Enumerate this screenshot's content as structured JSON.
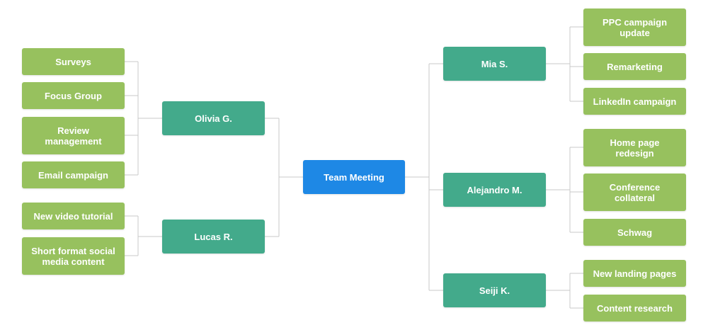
{
  "colors": {
    "root": "#1e88e5",
    "branch": "#43aa8b",
    "leaf": "#97c15e",
    "connector": "#c8c8c8"
  },
  "root": {
    "label": "Team Meeting"
  },
  "left_branches": [
    {
      "label": "Olivia G.",
      "children": [
        "Surveys",
        "Focus Group",
        "Review\nmanagement",
        "Email campaign"
      ]
    },
    {
      "label": "Lucas R.",
      "children": [
        "New video tutorial",
        "Short format social\nmedia content"
      ]
    }
  ],
  "right_branches": [
    {
      "label": "Mia S.",
      "children": [
        "PPC campaign\nupdate",
        "Remarketing",
        "LinkedIn campaign"
      ]
    },
    {
      "label": "Alejandro M.",
      "children": [
        "Home page\nredesign",
        "Conference\ncollateral",
        "Schwag"
      ]
    },
    {
      "label": "Seiji K.",
      "children": [
        "New landing pages",
        "Content research"
      ]
    }
  ]
}
